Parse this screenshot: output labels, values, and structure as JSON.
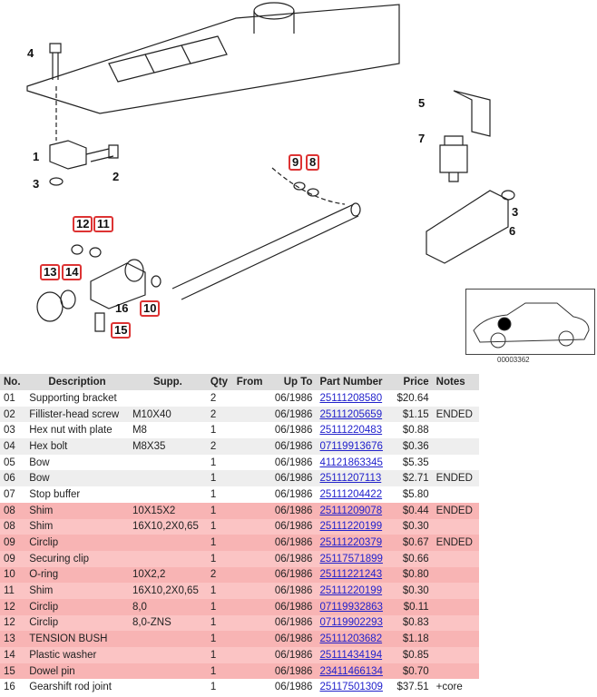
{
  "diagram": {
    "callouts": [
      {
        "label": "4",
        "boxed": false
      },
      {
        "label": "1",
        "boxed": false
      },
      {
        "label": "2",
        "boxed": false
      },
      {
        "label": "3",
        "boxed": false
      },
      {
        "label": "5",
        "boxed": false
      },
      {
        "label": "7",
        "boxed": false
      },
      {
        "label": "3",
        "boxed": false
      },
      {
        "label": "6",
        "boxed": false
      },
      {
        "label": "9",
        "boxed": true
      },
      {
        "label": "8",
        "boxed": true
      },
      {
        "label": "12",
        "boxed": true
      },
      {
        "label": "11",
        "boxed": true
      },
      {
        "label": "13",
        "boxed": true
      },
      {
        "label": "14",
        "boxed": true
      },
      {
        "label": "16",
        "boxed": false
      },
      {
        "label": "10",
        "boxed": true
      },
      {
        "label": "15",
        "boxed": true
      }
    ],
    "inset_code": "00003362"
  },
  "table": {
    "headers": [
      "No.",
      "Description",
      "Supp.",
      "Qty",
      "From",
      "Up To",
      "Part Number",
      "Price",
      "Notes"
    ],
    "rows": [
      {
        "no": "01",
        "desc": "Supporting bracket",
        "supp": "",
        "qty": "2",
        "from": "",
        "upto": "06/1986",
        "part": "25111208580",
        "price": "$20.64",
        "notes": "",
        "highlight": false
      },
      {
        "no": "02",
        "desc": "Fillister-head screw",
        "supp": "M10X40",
        "qty": "2",
        "from": "",
        "upto": "06/1986",
        "part": "25111205659",
        "price": "$1.15",
        "notes": "ENDED",
        "highlight": false
      },
      {
        "no": "03",
        "desc": "Hex nut with plate",
        "supp": "M8",
        "qty": "1",
        "from": "",
        "upto": "06/1986",
        "part": "25111220483",
        "price": "$0.88",
        "notes": "",
        "highlight": false
      },
      {
        "no": "04",
        "desc": "Hex bolt",
        "supp": "M8X35",
        "qty": "2",
        "from": "",
        "upto": "06/1986",
        "part": "07119913676",
        "price": "$0.36",
        "notes": "",
        "highlight": false
      },
      {
        "no": "05",
        "desc": "Bow",
        "supp": "",
        "qty": "1",
        "from": "",
        "upto": "06/1986",
        "part": "41121863345",
        "price": "$5.35",
        "notes": "",
        "highlight": false
      },
      {
        "no": "06",
        "desc": "Bow",
        "supp": "",
        "qty": "1",
        "from": "",
        "upto": "06/1986",
        "part": "25111207113",
        "price": "$2.71",
        "notes": "ENDED",
        "highlight": false
      },
      {
        "no": "07",
        "desc": "Stop buffer",
        "supp": "",
        "qty": "1",
        "from": "",
        "upto": "06/1986",
        "part": "25111204422",
        "price": "$5.80",
        "notes": "",
        "highlight": false
      },
      {
        "no": "08",
        "desc": "Shim",
        "supp": "10X15X2",
        "qty": "1",
        "from": "",
        "upto": "06/1986",
        "part": "25111209078",
        "price": "$0.44",
        "notes": "ENDED",
        "highlight": true
      },
      {
        "no": "08",
        "desc": "Shim",
        "supp": "16X10,2X0,65",
        "qty": "1",
        "from": "",
        "upto": "06/1986",
        "part": "25111220199",
        "price": "$0.30",
        "notes": "",
        "highlight": true
      },
      {
        "no": "09",
        "desc": "Circlip",
        "supp": "",
        "qty": "1",
        "from": "",
        "upto": "06/1986",
        "part": "25111220379",
        "price": "$0.67",
        "notes": "ENDED",
        "highlight": true
      },
      {
        "no": "09",
        "desc": "Securing clip",
        "supp": "",
        "qty": "1",
        "from": "",
        "upto": "06/1986",
        "part": "25117571899",
        "price": "$0.66",
        "notes": "",
        "highlight": true
      },
      {
        "no": "10",
        "desc": "O-ring",
        "supp": "10X2,2",
        "qty": "2",
        "from": "",
        "upto": "06/1986",
        "part": "25111221243",
        "price": "$0.80",
        "notes": "",
        "highlight": true
      },
      {
        "no": "11",
        "desc": "Shim",
        "supp": "16X10,2X0,65",
        "qty": "1",
        "from": "",
        "upto": "06/1986",
        "part": "25111220199",
        "price": "$0.30",
        "notes": "",
        "highlight": true
      },
      {
        "no": "12",
        "desc": "Circlip",
        "supp": "8,0",
        "qty": "1",
        "from": "",
        "upto": "06/1986",
        "part": "07119932863",
        "price": "$0.11",
        "notes": "",
        "highlight": true
      },
      {
        "no": "12",
        "desc": "Circlip",
        "supp": "8,0-ZNS",
        "qty": "1",
        "from": "",
        "upto": "06/1986",
        "part": "07119902293",
        "price": "$0.83",
        "notes": "",
        "highlight": true
      },
      {
        "no": "13",
        "desc": "TENSION BUSH",
        "supp": "",
        "qty": "1",
        "from": "",
        "upto": "06/1986",
        "part": "25111203682",
        "price": "$1.18",
        "notes": "",
        "highlight": true
      },
      {
        "no": "14",
        "desc": "Plastic washer",
        "supp": "",
        "qty": "1",
        "from": "",
        "upto": "06/1986",
        "part": "25111434194",
        "price": "$0.85",
        "notes": "",
        "highlight": true
      },
      {
        "no": "15",
        "desc": "Dowel pin",
        "supp": "",
        "qty": "1",
        "from": "",
        "upto": "06/1986",
        "part": "23411466134",
        "price": "$0.70",
        "notes": "",
        "highlight": true
      },
      {
        "no": "16",
        "desc": "Gearshift rod joint",
        "supp": "",
        "qty": "1",
        "from": "",
        "upto": "06/1986",
        "part": "25117501309",
        "price": "$37.51",
        "notes": "+core",
        "highlight": false
      }
    ]
  }
}
